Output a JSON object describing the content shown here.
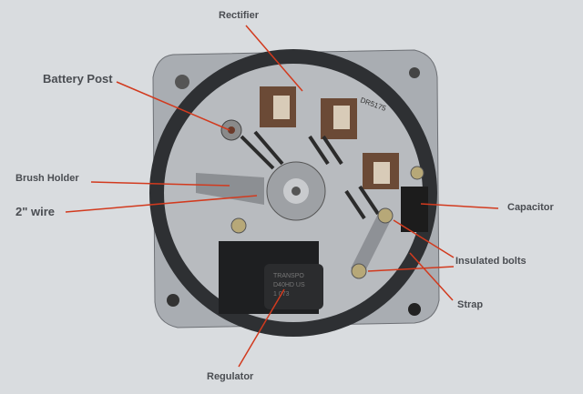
{
  "labels": {
    "rectifier": "Rectifier",
    "battery_post": "Battery Post",
    "brush_holder": "Brush Holder",
    "wire": "2\" wire",
    "capacitor": "Capacitor",
    "insulated_bolts": "Insulated bolts",
    "strap": "Strap",
    "regulator": "Regulator"
  },
  "part_markings": {
    "rectifier_code": "DR5175",
    "regulator_text": [
      "TRANSPO",
      "D40HD US",
      "1  073"
    ]
  },
  "colors": {
    "leader_line": "#d23a1e",
    "label_text": "#4a4d52",
    "background": "#d9dcdf"
  }
}
